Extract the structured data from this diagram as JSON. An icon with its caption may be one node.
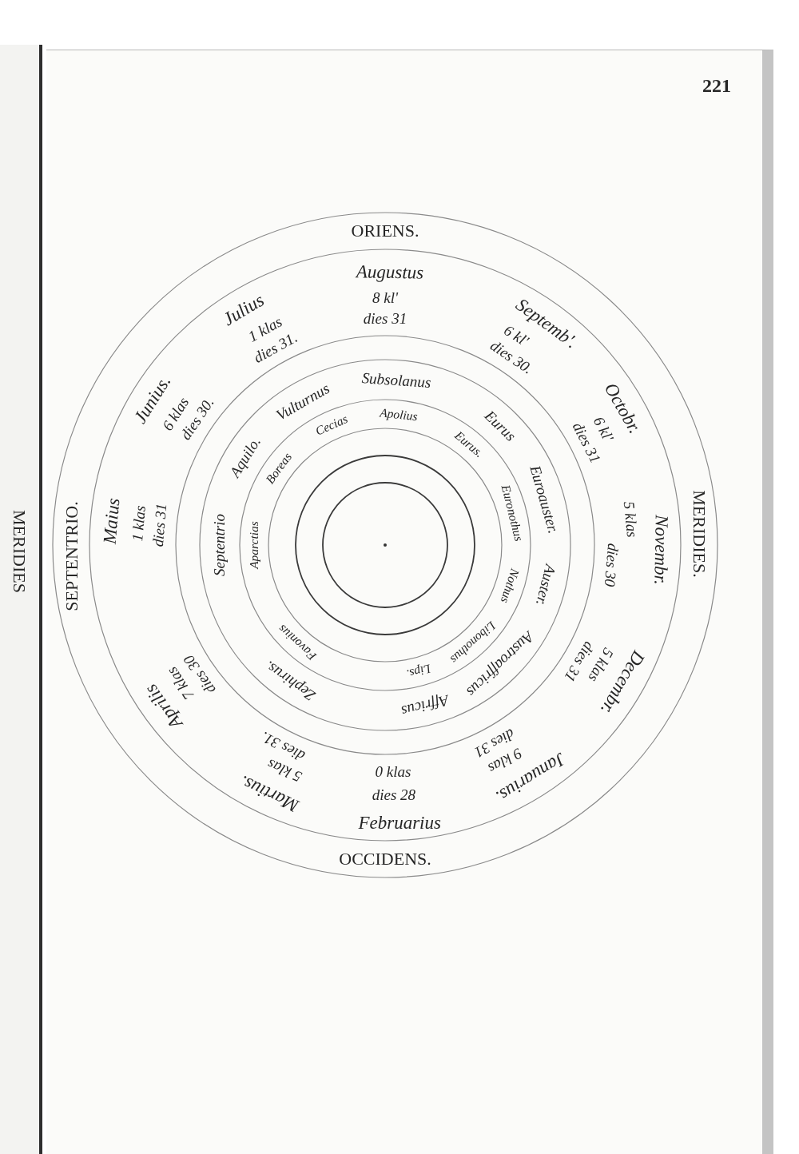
{
  "diagram": {
    "labels": [
      "221",
      "ORIENS.",
      "MERIDIES.",
      "OCCIDENS.",
      "SEPTENTRIO.",
      "Augustus",
      "8 kl'",
      "dies 31",
      "Septemb'.",
      "6 kl'",
      "dies 30.",
      "Octobr.",
      "6 kl'",
      "dies 31",
      "Novembr.",
      "5 klas",
      "dies 30",
      "Decembr.",
      "5 klas",
      "dies 31",
      "Januarius.",
      "9 klas",
      "dies 31",
      "Februarius",
      "0 klas",
      "dies 28",
      "Martius.",
      "5 klas",
      "dies 31.",
      "Aprilis",
      "7 klas",
      "dies 30",
      "Maius",
      "1 klas",
      "dies 31",
      "Junius.",
      "6 klas",
      "dies 30.",
      "Julius",
      "1 klas",
      "dies 31.",
      "Subsolanus",
      "Eurus",
      "Euroauster.",
      "Auster.",
      "Austroaffricus",
      "Affricus",
      "Zephirus.",
      "Septentrio",
      "Aquilo.",
      "Vulturnus",
      "Apolius",
      "Eurus.",
      "Euronothus",
      "Nothus",
      "Libonothus",
      "Lips.",
      "Favonius",
      "Aparctias",
      "Boreas",
      "Cecias",
      "MERIDIES"
    ]
  }
}
